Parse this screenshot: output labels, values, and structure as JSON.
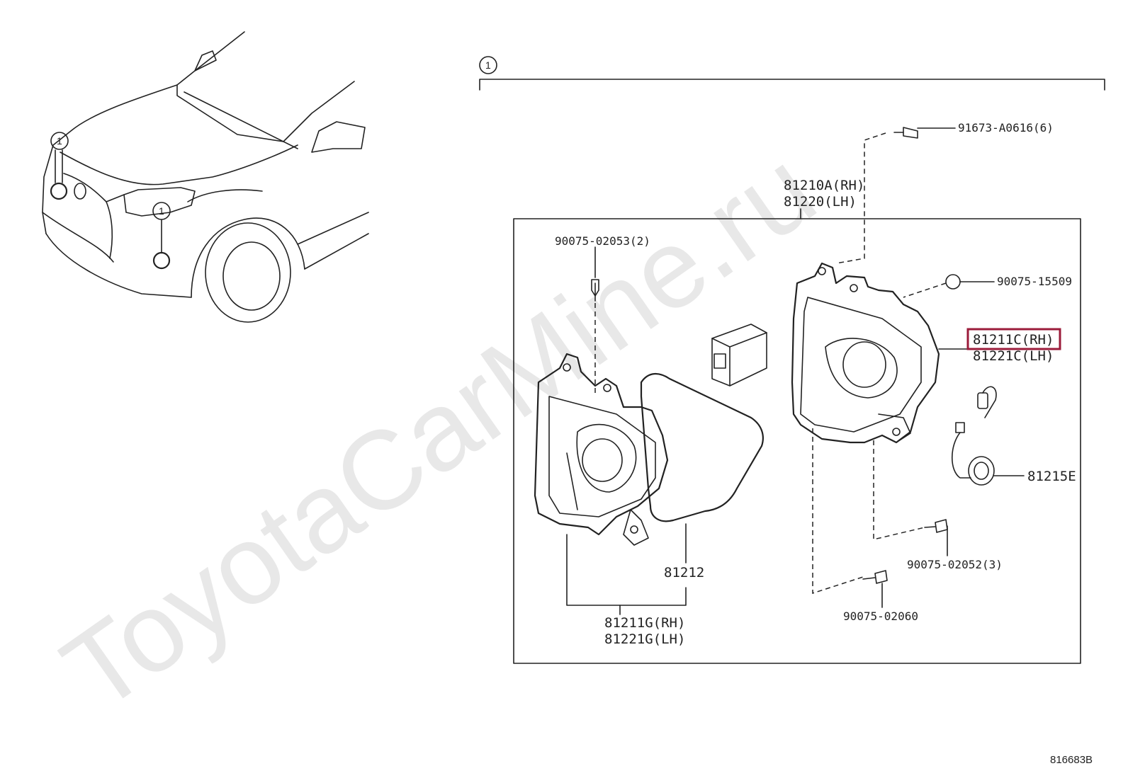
{
  "watermark": "ToyotaCarMine.ru",
  "reference_id": "816683B",
  "callout_number": "1",
  "highlight_color": "#9b1b3a",
  "parts": {
    "fog_lamp_assy": {
      "rh": "81210A(RH)",
      "lh": "81220(LH)"
    },
    "unit_highlighted": {
      "rh": "81211C(RH)",
      "lh": "81221C(LH)"
    },
    "unit_exploded": {
      "rh": "81211G(RH)",
      "lh": "81221G(LH)"
    },
    "screw_top": "91673-A0616(6)",
    "bolt_left": "90075-02053(2)",
    "cap": "90075-15509",
    "socket": "81215E",
    "gasket": "81212",
    "bolt_right": "90075-02052(3)",
    "bolt_bottom": "90075-02060"
  }
}
